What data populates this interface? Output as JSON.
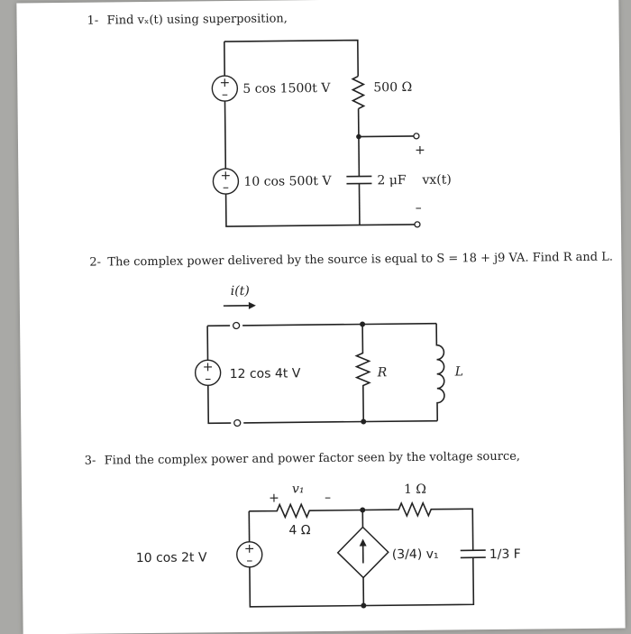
{
  "q1": {
    "number": "1-",
    "text": "Find vₓ(t) using superposition,",
    "src1": "5 cos 1500t V",
    "src2": "10 cos 500t V",
    "resistor": "500 Ω",
    "capacitor": "2 μF",
    "output": "vx(t)",
    "plus": "+",
    "minus": "–"
  },
  "q2": {
    "number": "2-",
    "text": "The complex power delivered by the source is equal to S = 18 + j9 VA. Find R and L.",
    "current": "i(t)",
    "src": "12 cos 4t V",
    "resistor": "R",
    "inductor": "L"
  },
  "q3": {
    "number": "3-",
    "text": "Find the complex power and power factor seen by the voltage source,",
    "v1": "v₁",
    "plus": "+",
    "minus": "–",
    "r4": "4 Ω",
    "r1": "1 Ω",
    "src": "10 cos 2t V",
    "dep": "(3/4) v₁",
    "cap": "1/3 F"
  },
  "sign_plus": "+",
  "sign_minus": "–"
}
